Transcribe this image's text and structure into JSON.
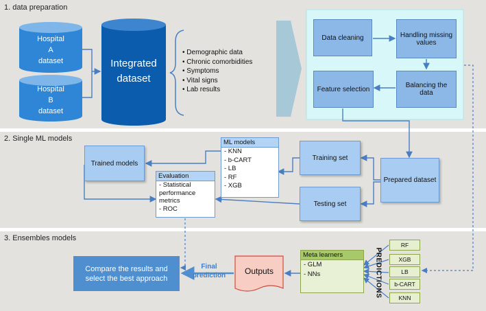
{
  "sections": {
    "s1": "1. data preparation",
    "s2": "2. Single ML models",
    "s3": "3. Ensembles models"
  },
  "datasets": {
    "hospital_a": [
      "Hospital",
      "A",
      "dataset"
    ],
    "hospital_b": [
      "Hospital",
      "B",
      "dataset"
    ],
    "integrated": [
      "Integrated",
      "dataset"
    ]
  },
  "features": [
    "Demographic data",
    "Chronic comorbidities",
    "Symptoms",
    "Vital signs",
    "Lab results"
  ],
  "preprocessing": {
    "data_cleaning": "Data cleaning",
    "handling_missing": [
      "Handling missing",
      "values"
    ],
    "feature_selection": "Feature selection",
    "balancing": [
      "Balancing the",
      "data"
    ]
  },
  "single": {
    "ml_models_title": "ML models",
    "ml_models": [
      "- KNN",
      "- b-CART",
      "- LB",
      "- RF",
      "- XGB"
    ],
    "training_set": "Training set",
    "testing_set": "Testing set",
    "prepared_dataset": "Prepared dataset",
    "trained_models": "Trained models",
    "evaluation_title": "Evaluation",
    "evaluation_items": [
      "- Statistical",
      "performance",
      "metrics",
      "- ROC"
    ]
  },
  "ensembles": {
    "meta_title": "Meta learners",
    "meta_items": [
      "- GLM",
      "- NNs"
    ],
    "predictions_label": "PREDICTIONS",
    "models": [
      "RF",
      "XGB",
      "LB",
      "b-CART",
      "KNN"
    ],
    "outputs": "Outputs",
    "final_prediction": [
      "Final",
      "prediction"
    ],
    "compare": [
      "Compare the results and",
      "select the best approach"
    ]
  },
  "colors": {
    "band": "#e4e2de",
    "dark_blue": "#0b5cad",
    "cylinder_light": "#2f86d6",
    "arrow": "#4a7ec2",
    "panel_cyan": "#d7f7f8",
    "compare_box": "#4f8fd0",
    "outputs_fill": "#f8cdc4",
    "outputs_border": "#d04a3a"
  }
}
